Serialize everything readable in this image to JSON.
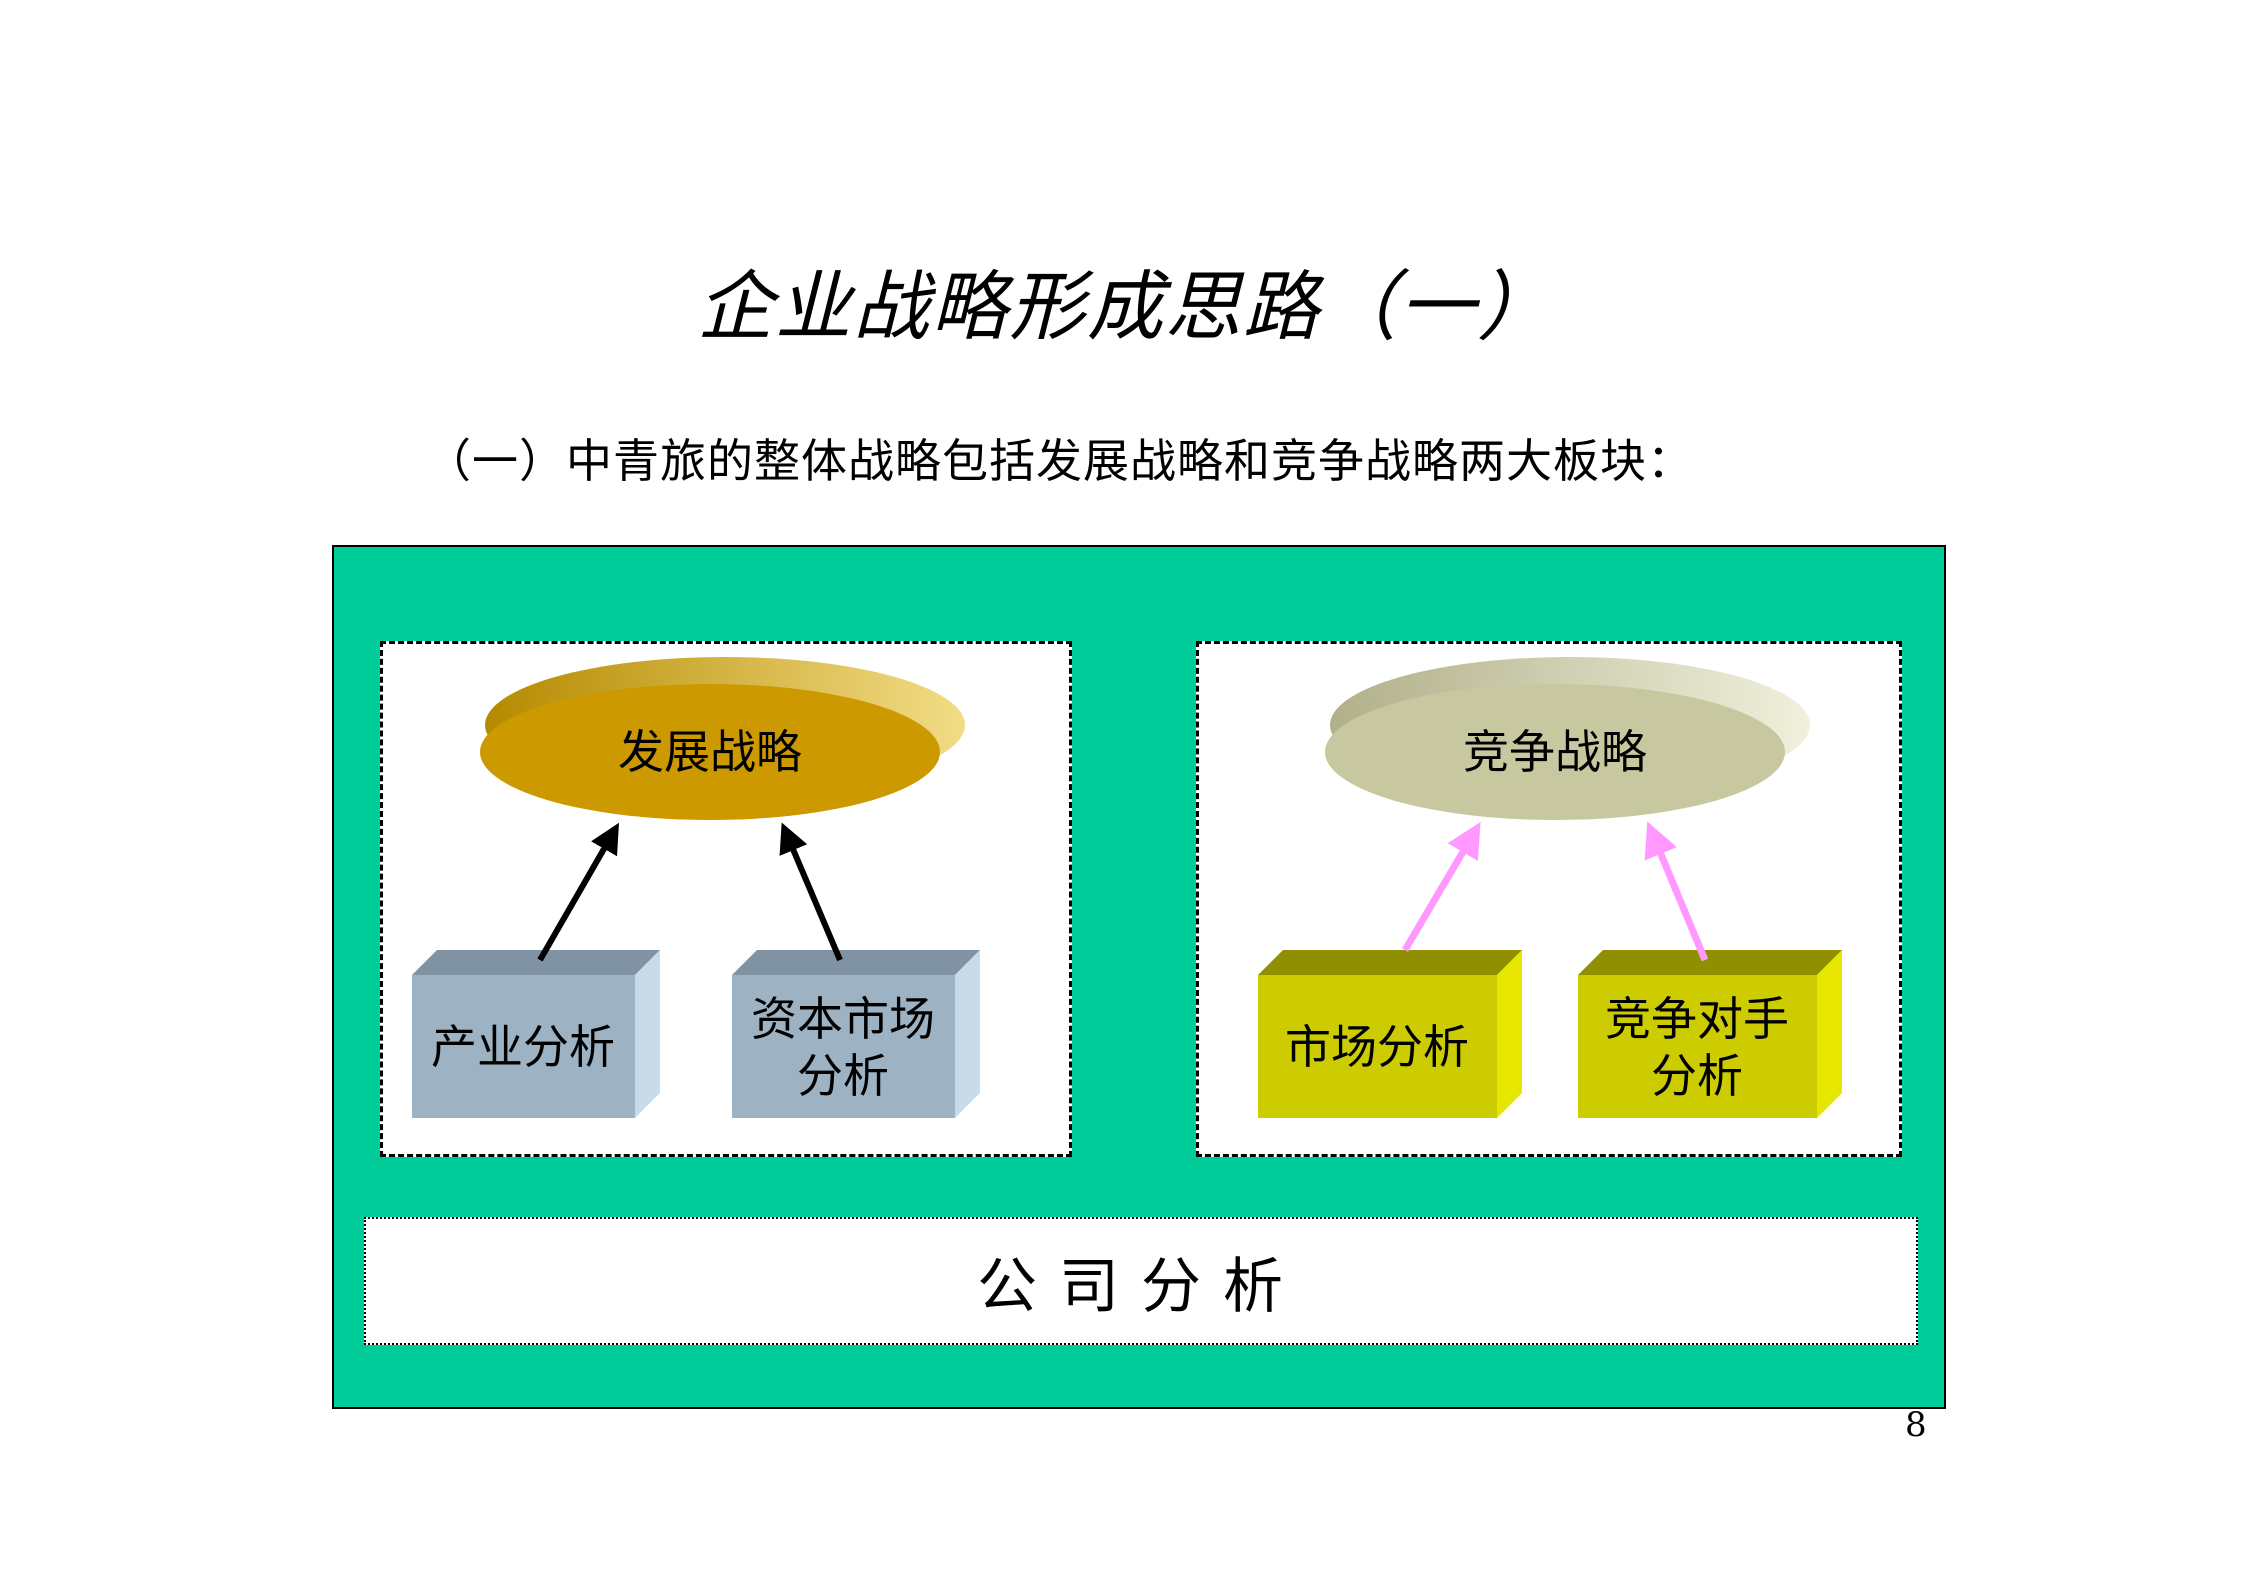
{
  "slide": {
    "title": "企业战略形成思路（一）",
    "subtitle": "（一）中青旅的整体战略包括发展战略和竞争战略两大板块：",
    "page_number": "8"
  },
  "left_group": {
    "goal": "发展战略",
    "inputs": [
      {
        "lines": [
          "产业分析"
        ]
      },
      {
        "lines": [
          "资本市场",
          "分析"
        ]
      }
    ]
  },
  "right_group": {
    "goal": "竞争战略",
    "inputs": [
      {
        "lines": [
          "市场分析"
        ]
      },
      {
        "lines": [
          "竞争对手",
          "分析"
        ]
      }
    ]
  },
  "foundation": {
    "label": "公司分析"
  },
  "colors": {
    "panel_background": "#00cc99",
    "development_oval": "#cc9900",
    "competition_oval": "#c8c8a0",
    "blue_box": "#9db2c2",
    "yellow_box": "#cccc00",
    "black_arrow": "#000000",
    "pink_arrow": "#ff99ff"
  }
}
